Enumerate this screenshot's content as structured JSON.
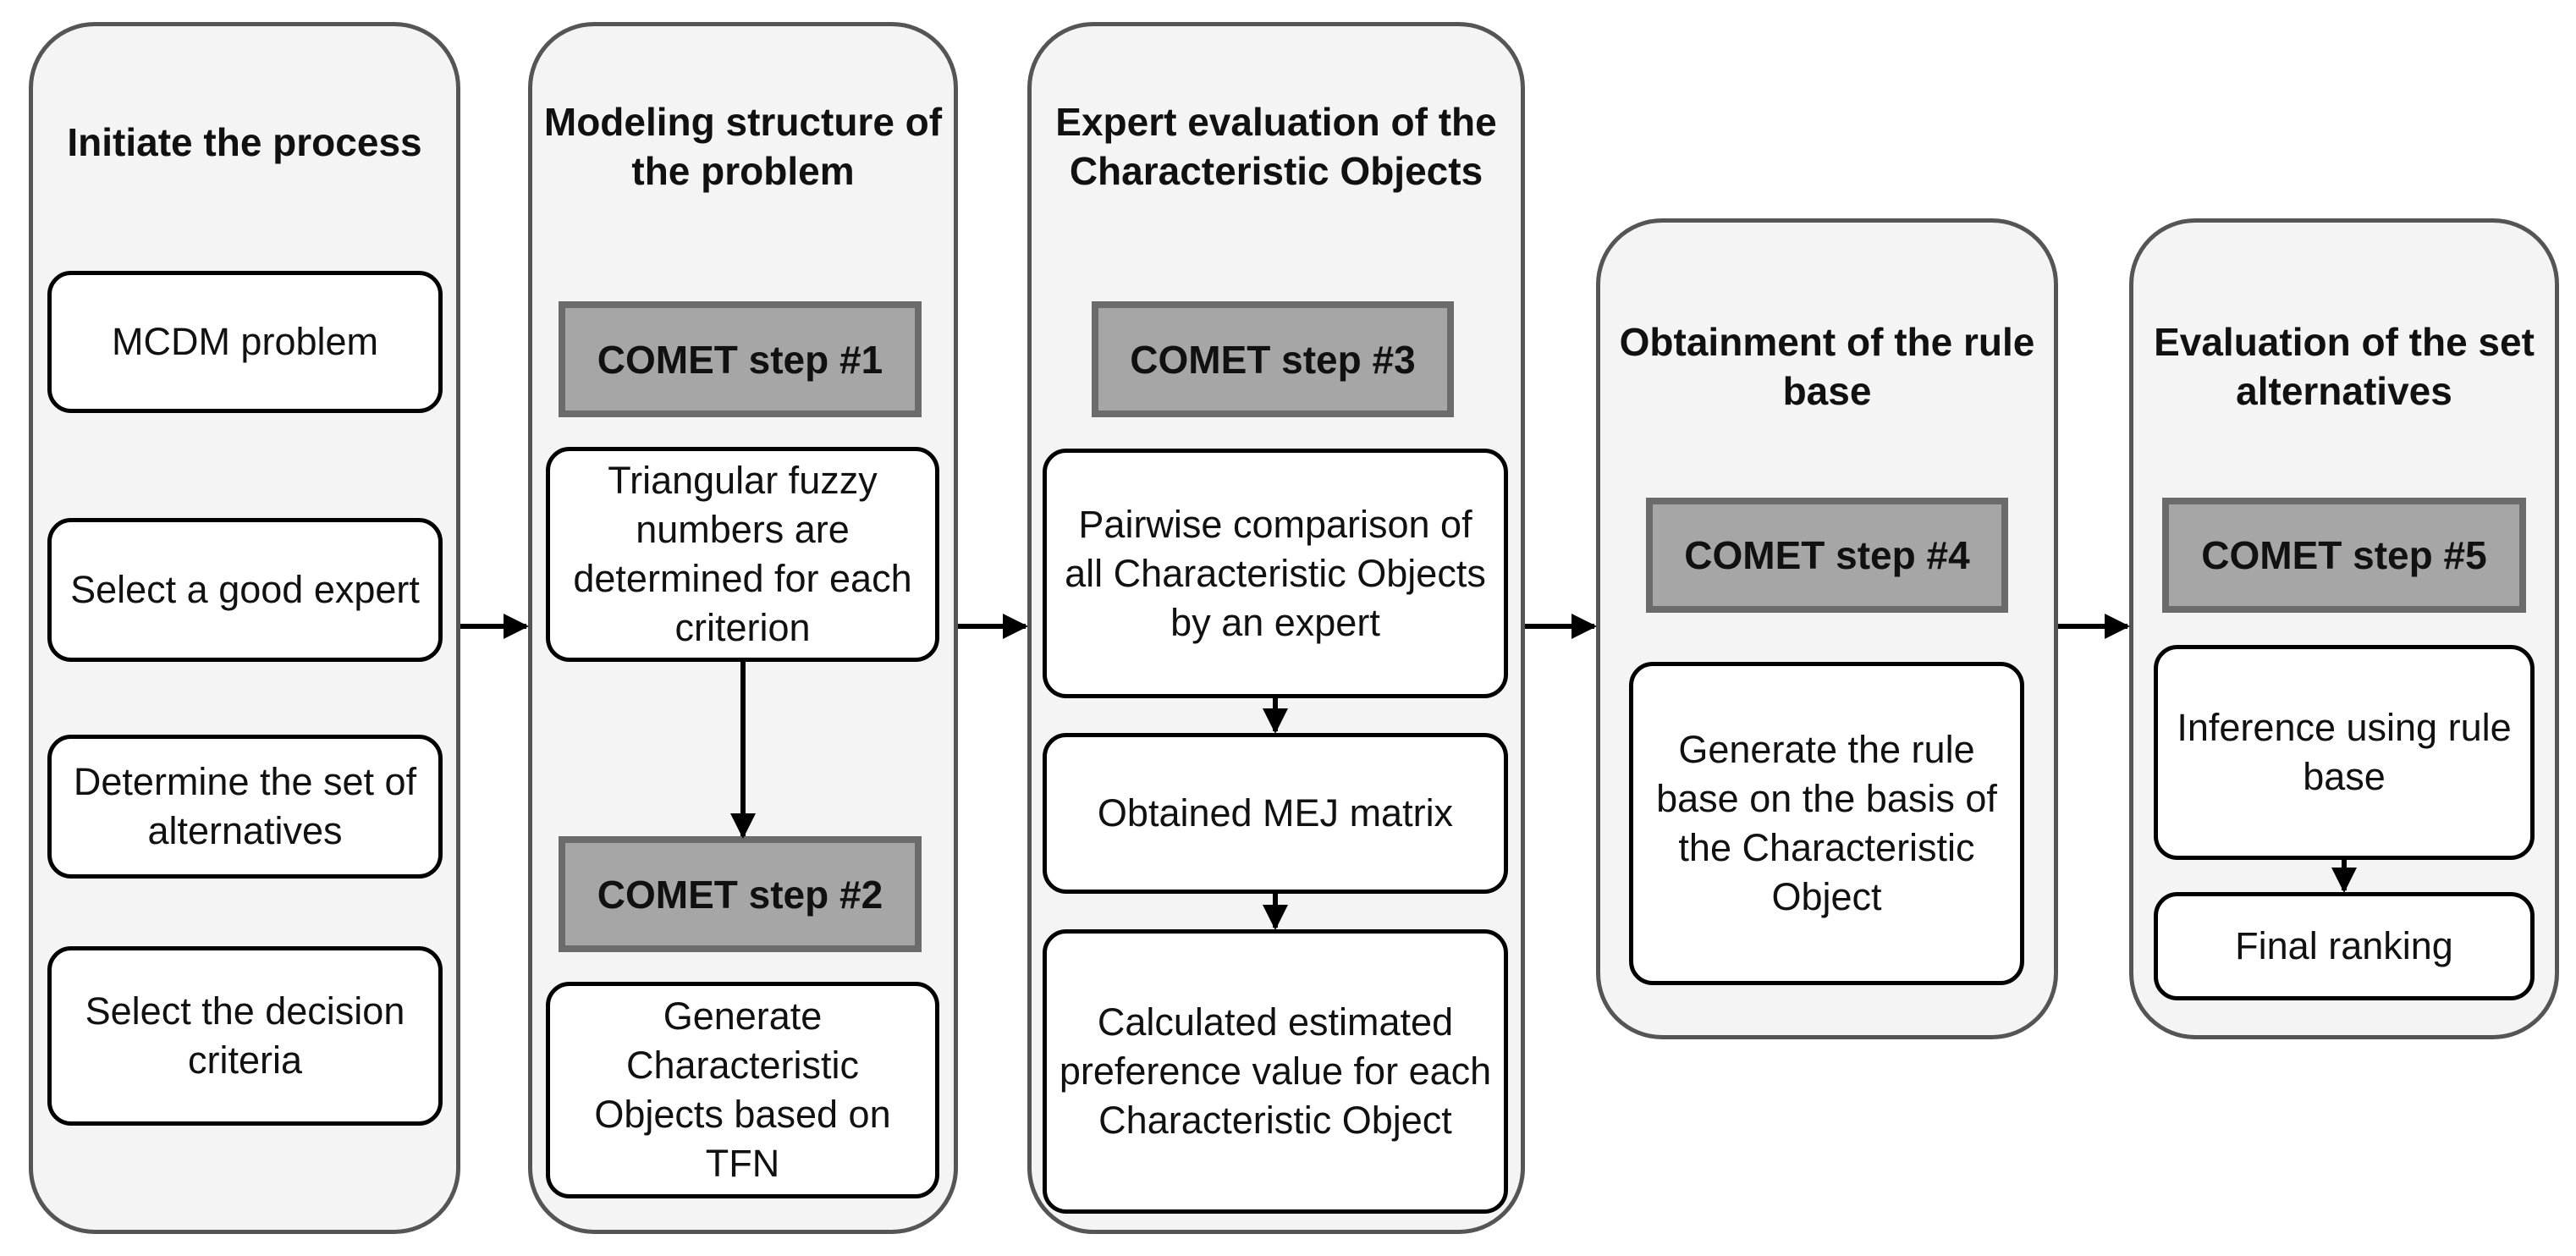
{
  "colors": {
    "panel_fill": "#f4f4f4",
    "panel_border": "#555555",
    "box_fill": "#ffffff",
    "box_border": "#000000",
    "step_fill": "#a6a6a6",
    "step_border": "#6b6b6b",
    "arrow": "#000000"
  },
  "stages": [
    {
      "title": "Initiate the process",
      "boxes": [
        "MCDM problem",
        "Select a good expert",
        "Determine the set of alternatives",
        "Select the decision criteria"
      ]
    },
    {
      "title": "Modeling structure of the problem",
      "step1": "COMET step #1",
      "box1": "Triangular fuzzy numbers are determined for each criterion",
      "step2": "COMET step #2",
      "box2": "Generate Characteristic Objects based on TFN"
    },
    {
      "title": "Expert evaluation of the Characteristic Objects",
      "step": "COMET step #3",
      "boxes": [
        "Pairwise comparison of all Characteristic Objects by an expert",
        "Obtained MEJ matrix",
        "Calculated estimated preference value for each Characteristic Object"
      ]
    },
    {
      "title": "Obtainment of the rule base",
      "step": "COMET step #4",
      "box": "Generate the rule base on the basis of the Characteristic Object"
    },
    {
      "title": "Evaluation of the set alternatives",
      "step": "COMET step #5",
      "boxes": [
        "Inference using rule base",
        "Final ranking"
      ]
    }
  ]
}
